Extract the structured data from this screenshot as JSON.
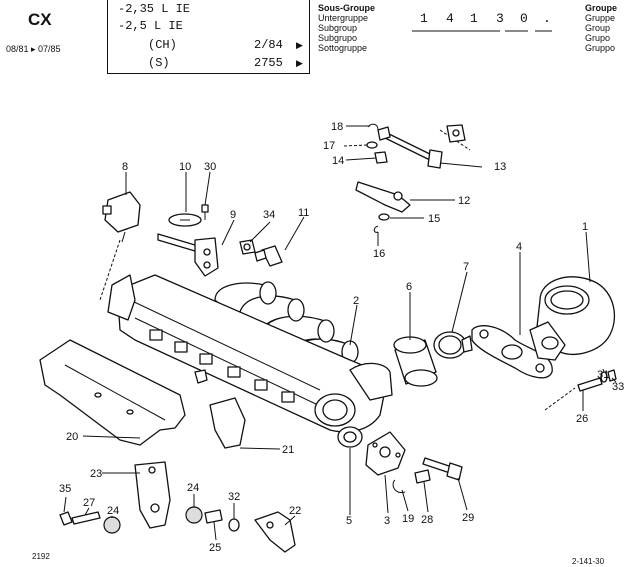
{
  "header": {
    "model": "CX",
    "dates": "08/81 ▸ 07/85",
    "variants": [
      {
        "label": "-2,35 L IE",
        "code": "",
        "arrow": ""
      },
      {
        "label": "-2,5 L IE",
        "code": "",
        "arrow": ""
      },
      {
        "label": "(CH)",
        "code": "2/84",
        "arrow": "▶"
      },
      {
        "label": "(S)",
        "code": "2755",
        "arrow": "▶"
      }
    ],
    "subgroup_labels": [
      "Sous-Groupe",
      "Untergruppe",
      "Subgroup",
      "Subgrupo",
      "Sottogruppe"
    ],
    "group_digits": [
      "1",
      "4",
      "1",
      "3",
      "0",
      "."
    ],
    "group_labels": [
      "Groupe",
      "Gruppe",
      "Group",
      "Grupo",
      "Gruppo"
    ]
  },
  "callouts": [
    "1",
    "2",
    "3",
    "4",
    "5",
    "6",
    "7",
    "8",
    "9",
    "10",
    "11",
    "12",
    "13",
    "14",
    "15",
    "16",
    "17",
    "18",
    "19",
    "20",
    "21",
    "22",
    "23",
    "24",
    "24",
    "25",
    "26",
    "27",
    "28",
    "29",
    "30",
    "31",
    "32",
    "33",
    "34",
    "35"
  ],
  "footer": {
    "left": "2192",
    "right": "2-141-30"
  },
  "icons": {
    "intake-manifold": "intake-manifold-icon",
    "air-elbow": "air-elbow-icon"
  }
}
